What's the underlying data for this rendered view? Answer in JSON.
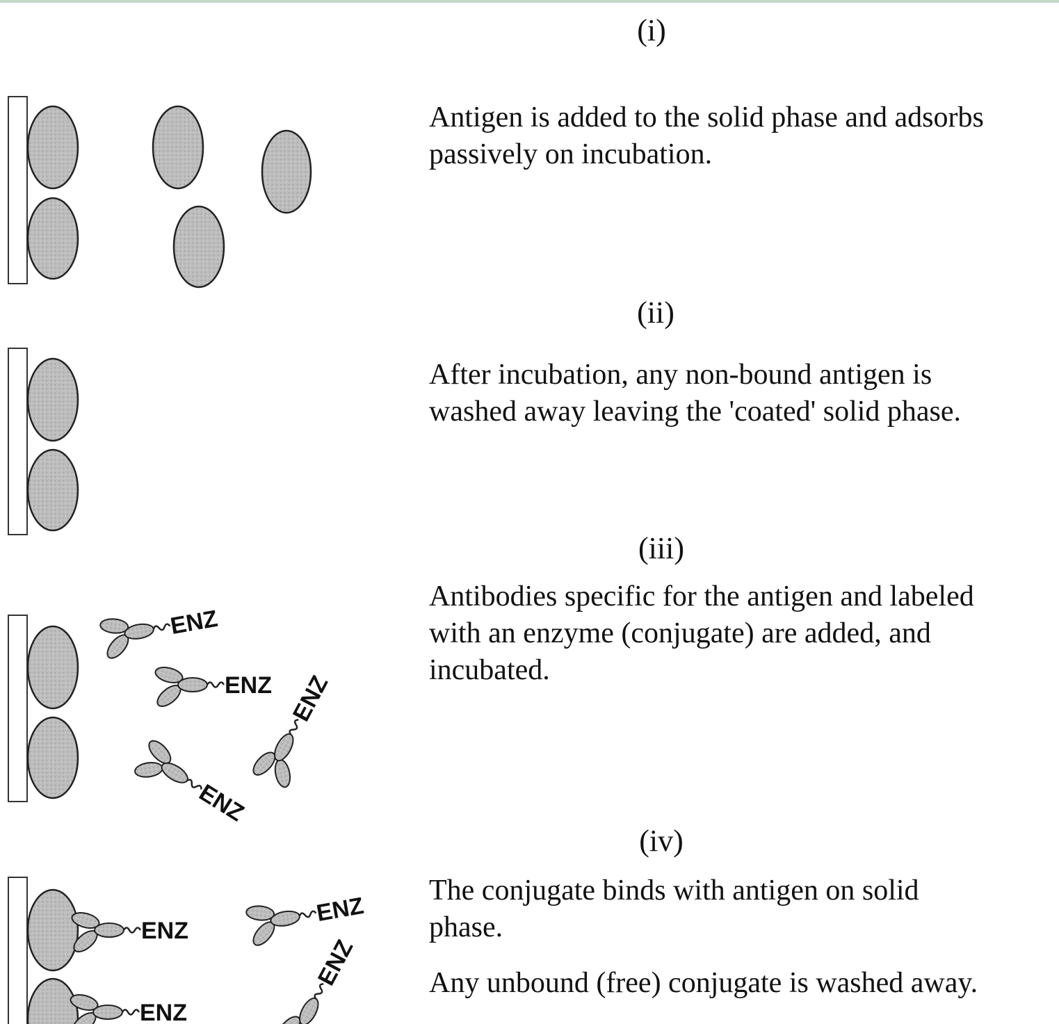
{
  "label_enzyme": "ENZ",
  "steps": [
    {
      "label": "(i)",
      "text": "Antigen is added to the solid phase and adsorbs\npassively on incubation."
    },
    {
      "label": "(ii)",
      "text": "After incubation, any non-bound antigen is\nwashed away leaving the 'coated' solid phase."
    },
    {
      "label": "(iii)",
      "text": "Antibodies specific for the antigen and labeled\nwith an enzyme (conjugate) are added, and\nincubated."
    },
    {
      "label": "(iv)",
      "text": "The conjugate binds with antigen on solid\nphase.",
      "note": "Any unbound (free) conjugate is washed away."
    }
  ]
}
